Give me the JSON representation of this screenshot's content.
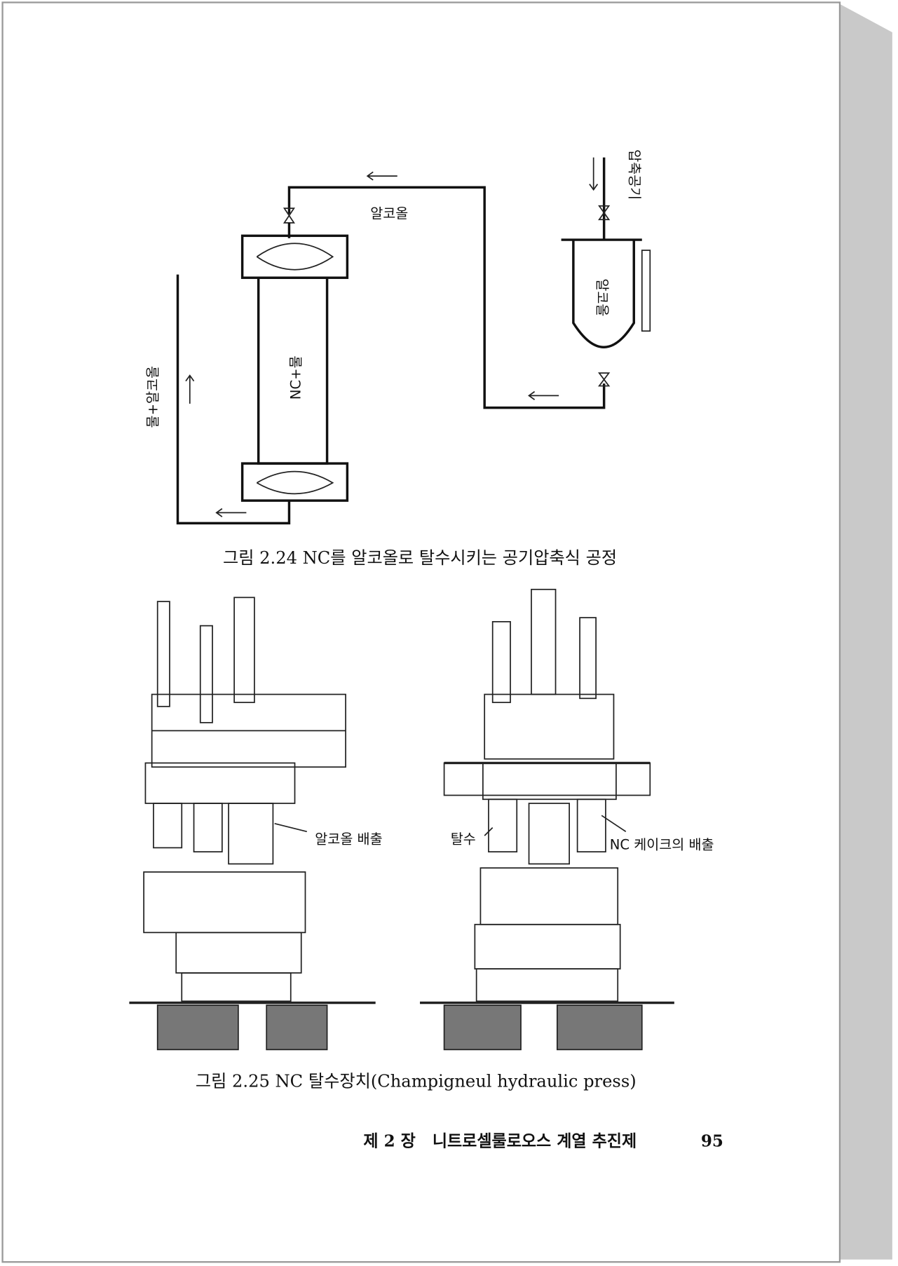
{
  "figure_224": {
    "caption": "그림 2.24  NC를 알코올로 탈수시키는 공기압축식 공정",
    "labels": {
      "alcohol_pipe": "알코올",
      "compressed_air": "압축공기",
      "alcohol_tank": "알코올",
      "column": "NC+물",
      "outlet": "물+알코올"
    }
  },
  "figure_225": {
    "caption": "그림 2.25  NC 탈수장치(Champigneul hydraulic press)",
    "labels": {
      "alcohol_discharge": "알코올 배출",
      "dewatering": "탈수",
      "cake_discharge": "NC 케이크의 배출"
    }
  },
  "footer": {
    "chapter": "제 2 장   니트로셀룰로오스 계열 추진제",
    "page_number": "95"
  }
}
